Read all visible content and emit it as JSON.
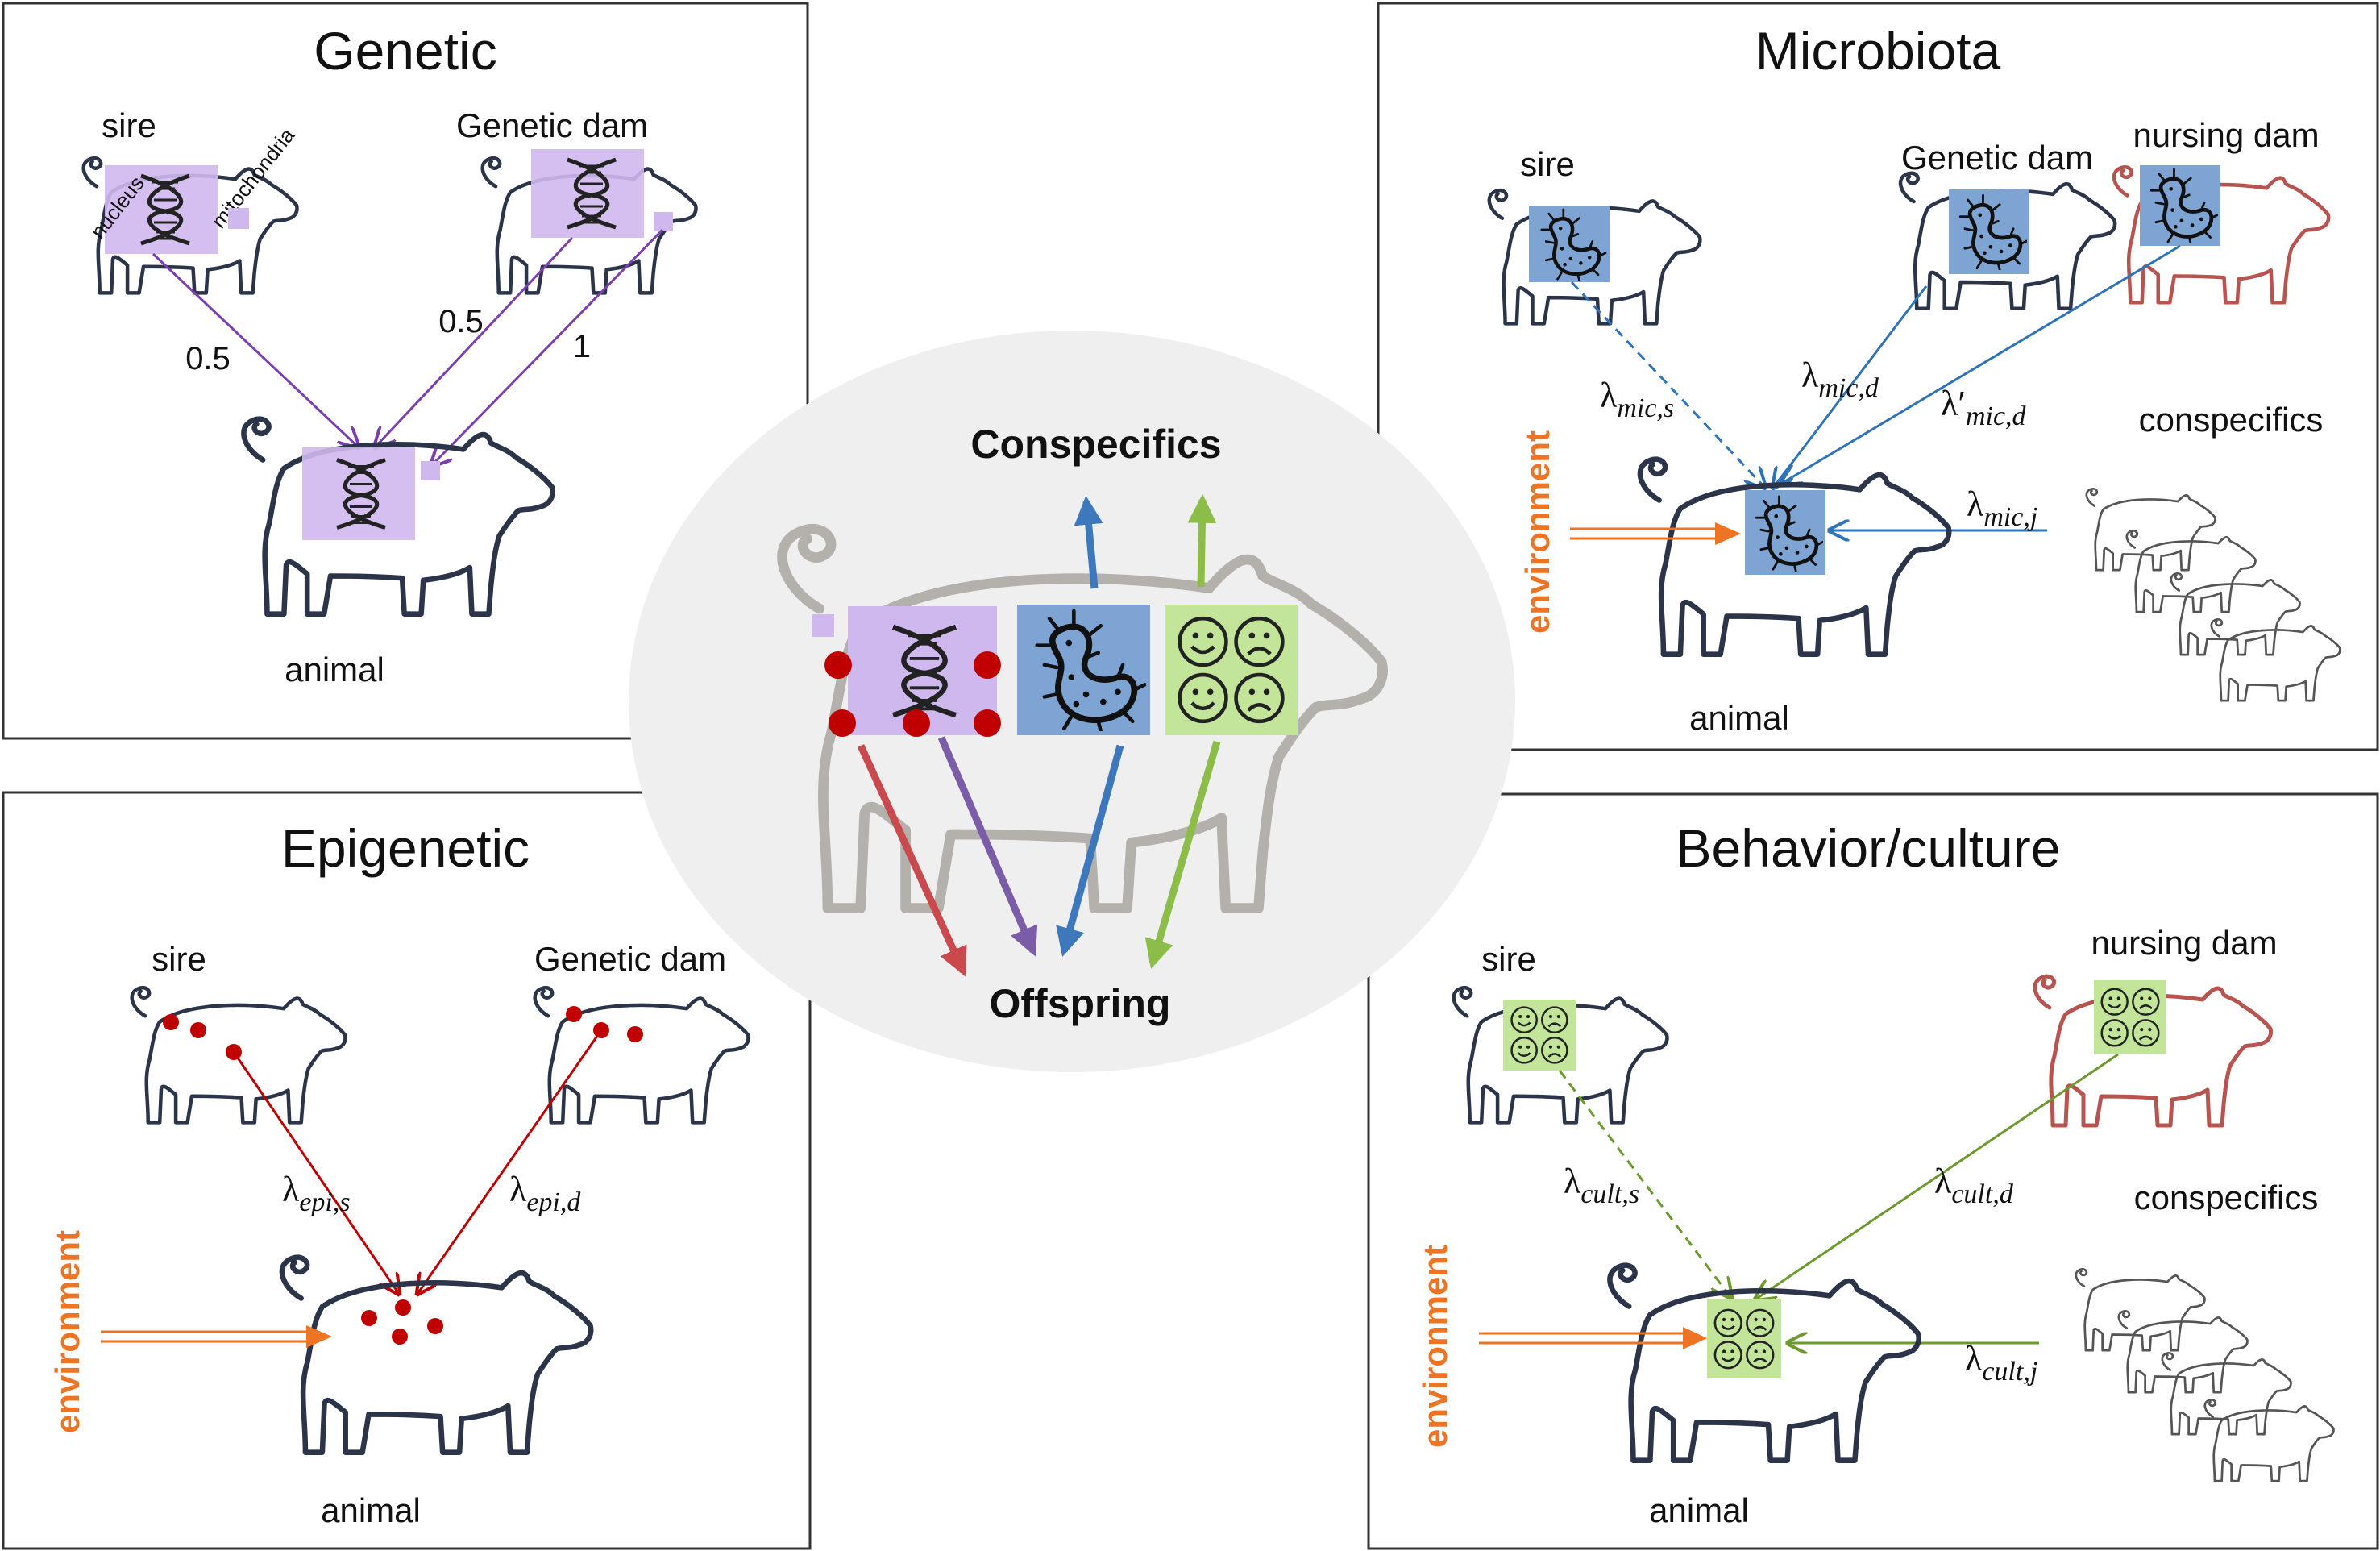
{
  "panels": {
    "genetic": {
      "title": "Genetic",
      "sire": "sire",
      "dam": "Genetic dam",
      "nucleus": "nucleus",
      "mitochondria": "mitochondria",
      "w_sire": "0.5",
      "w_dam": "0.5",
      "w_mito": "1",
      "animal": "animal"
    },
    "microbiota": {
      "title": "Microbiota",
      "sire": "sire",
      "dam": "Genetic dam",
      "nursing": "nursing dam",
      "conspecifics": "conspecifics",
      "environment": "environment",
      "animal": "animal",
      "lam_s": {
        "sym": "λ",
        "sub": "mic,s"
      },
      "lam_d": {
        "sym": "λ",
        "sub": "mic,d"
      },
      "lam_nd": {
        "sym": "λ′",
        "sub": "mic,d"
      },
      "lam_j": {
        "sym": "λ",
        "sub": "mic,j"
      }
    },
    "epigenetic": {
      "title": "Epigenetic",
      "sire": "sire",
      "dam": "Genetic dam",
      "environment": "environment",
      "animal": "animal",
      "lam_s": {
        "sym": "λ",
        "sub": "epi,s"
      },
      "lam_d": {
        "sym": "λ",
        "sub": "epi,d"
      }
    },
    "behavior": {
      "title": "Behavior/culture",
      "sire": "sire",
      "nursing": "nursing dam",
      "conspecifics": "conspecifics",
      "environment": "environment",
      "animal": "animal",
      "lam_s": {
        "sym": "λ",
        "sub": "cult,s"
      },
      "lam_d": {
        "sym": "λ",
        "sub": "cult,d"
      },
      "lam_j": {
        "sym": "λ",
        "sub": "cult,j"
      }
    }
  },
  "center": {
    "top": "Conspecifics",
    "bottom": "Offspring"
  },
  "colors": {
    "dna_box": "#cfb8ee",
    "dna_arrow": "#7b3fb0",
    "mic_box": "#7ea4d4",
    "mic_arrow": "#2f73b9",
    "cult_box": "#c2e59a",
    "cult_arrow": "#6d9a2e",
    "epi_dot": "#c00000",
    "environment": "#ee7424",
    "nursing_pig": "#b85450",
    "pig_outline": "#2b3448",
    "center_bg": "#efefef",
    "center_pig": "#b4b0ac"
  }
}
